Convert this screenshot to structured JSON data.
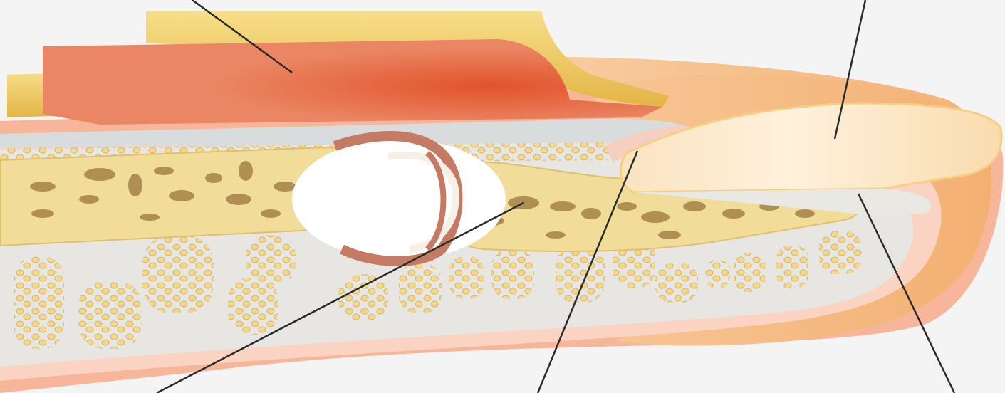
{
  "diagram": {
    "title": "",
    "labels": [],
    "colors": {
      "background": "#f4f4f4",
      "skin_outer": "#f7b59a",
      "skin_inner": "#fde4d6",
      "subcutis": "#e6e6e3",
      "fat_lobule": "#f3e3a6",
      "fat_outline": "#d8bd62",
      "bone_cortex": "#f2dc9a",
      "bone_marrow_dot": "#b08f55",
      "tendon": "#e9b84a",
      "tendon_light": "#f7df8a",
      "muscle": "#e9805e",
      "muscle_dark": "#e2532c",
      "nail_plate": "#fbe6c4",
      "nail_edge": "#f6cf86",
      "joint_capsule": "#c57a63",
      "joint_cartilage": "#f6f0e6",
      "leader_line": "#2b2b2b"
    },
    "leader_lines": [
      {
        "name": "muscle-leader"
      },
      {
        "name": "nail-plate-leader"
      },
      {
        "name": "joint-leader"
      },
      {
        "name": "nail-fold-leader"
      },
      {
        "name": "nail-bed-leader"
      }
    ]
  }
}
